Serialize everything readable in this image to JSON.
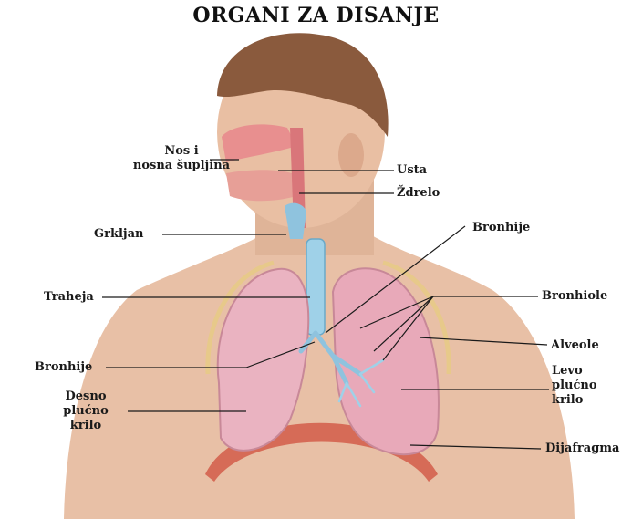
{
  "title": "ORGANI ZA DISANJE",
  "labels": {
    "nose": "Nos i\nnosna šupljina",
    "mouth": "Usta",
    "pharynx": "Ždrelo",
    "larynx": "Grkljan",
    "bronchi_upper": "Bronhije",
    "bronchioles": "Bronhiole",
    "trachea": "Traheja",
    "alveoli": "Alveole",
    "bronchi_lower": "Bronhije",
    "left_lung": "Levo\nplućno\nkrilo",
    "right_lung": "Desno\nplućno\nkrilo",
    "diaphragm": "Dijafragma"
  }
}
